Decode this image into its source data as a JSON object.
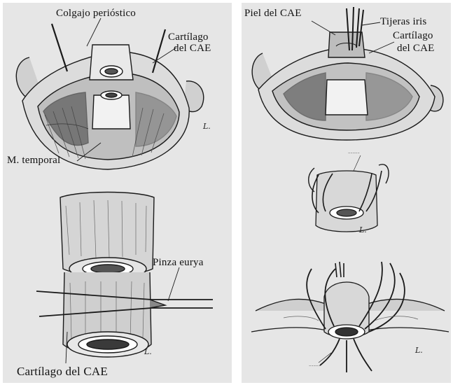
{
  "left_panel": {
    "labels": {
      "colgajo_periostico": "Colgajo perióstico",
      "cartilago_cae_1": "Cartílago",
      "cartilago_cae_2": "del CAE",
      "m_temporal": "M. temporal",
      "pinza_eurya": "Pinza eurya",
      "cartilago_del_cae_bottom": "Cartílago del CAE"
    }
  },
  "right_panel": {
    "labels": {
      "piel_del_cae": "Piel del CAE",
      "tijeras_iris": "Tijeras iris",
      "cartilago_cae_1": "Cartílago",
      "cartilago_cae_2": "del CAE"
    }
  },
  "colors": {
    "panel_background": "#e6e6e6",
    "ink": "#1a1a1a",
    "shade": "#8c8c8c"
  }
}
